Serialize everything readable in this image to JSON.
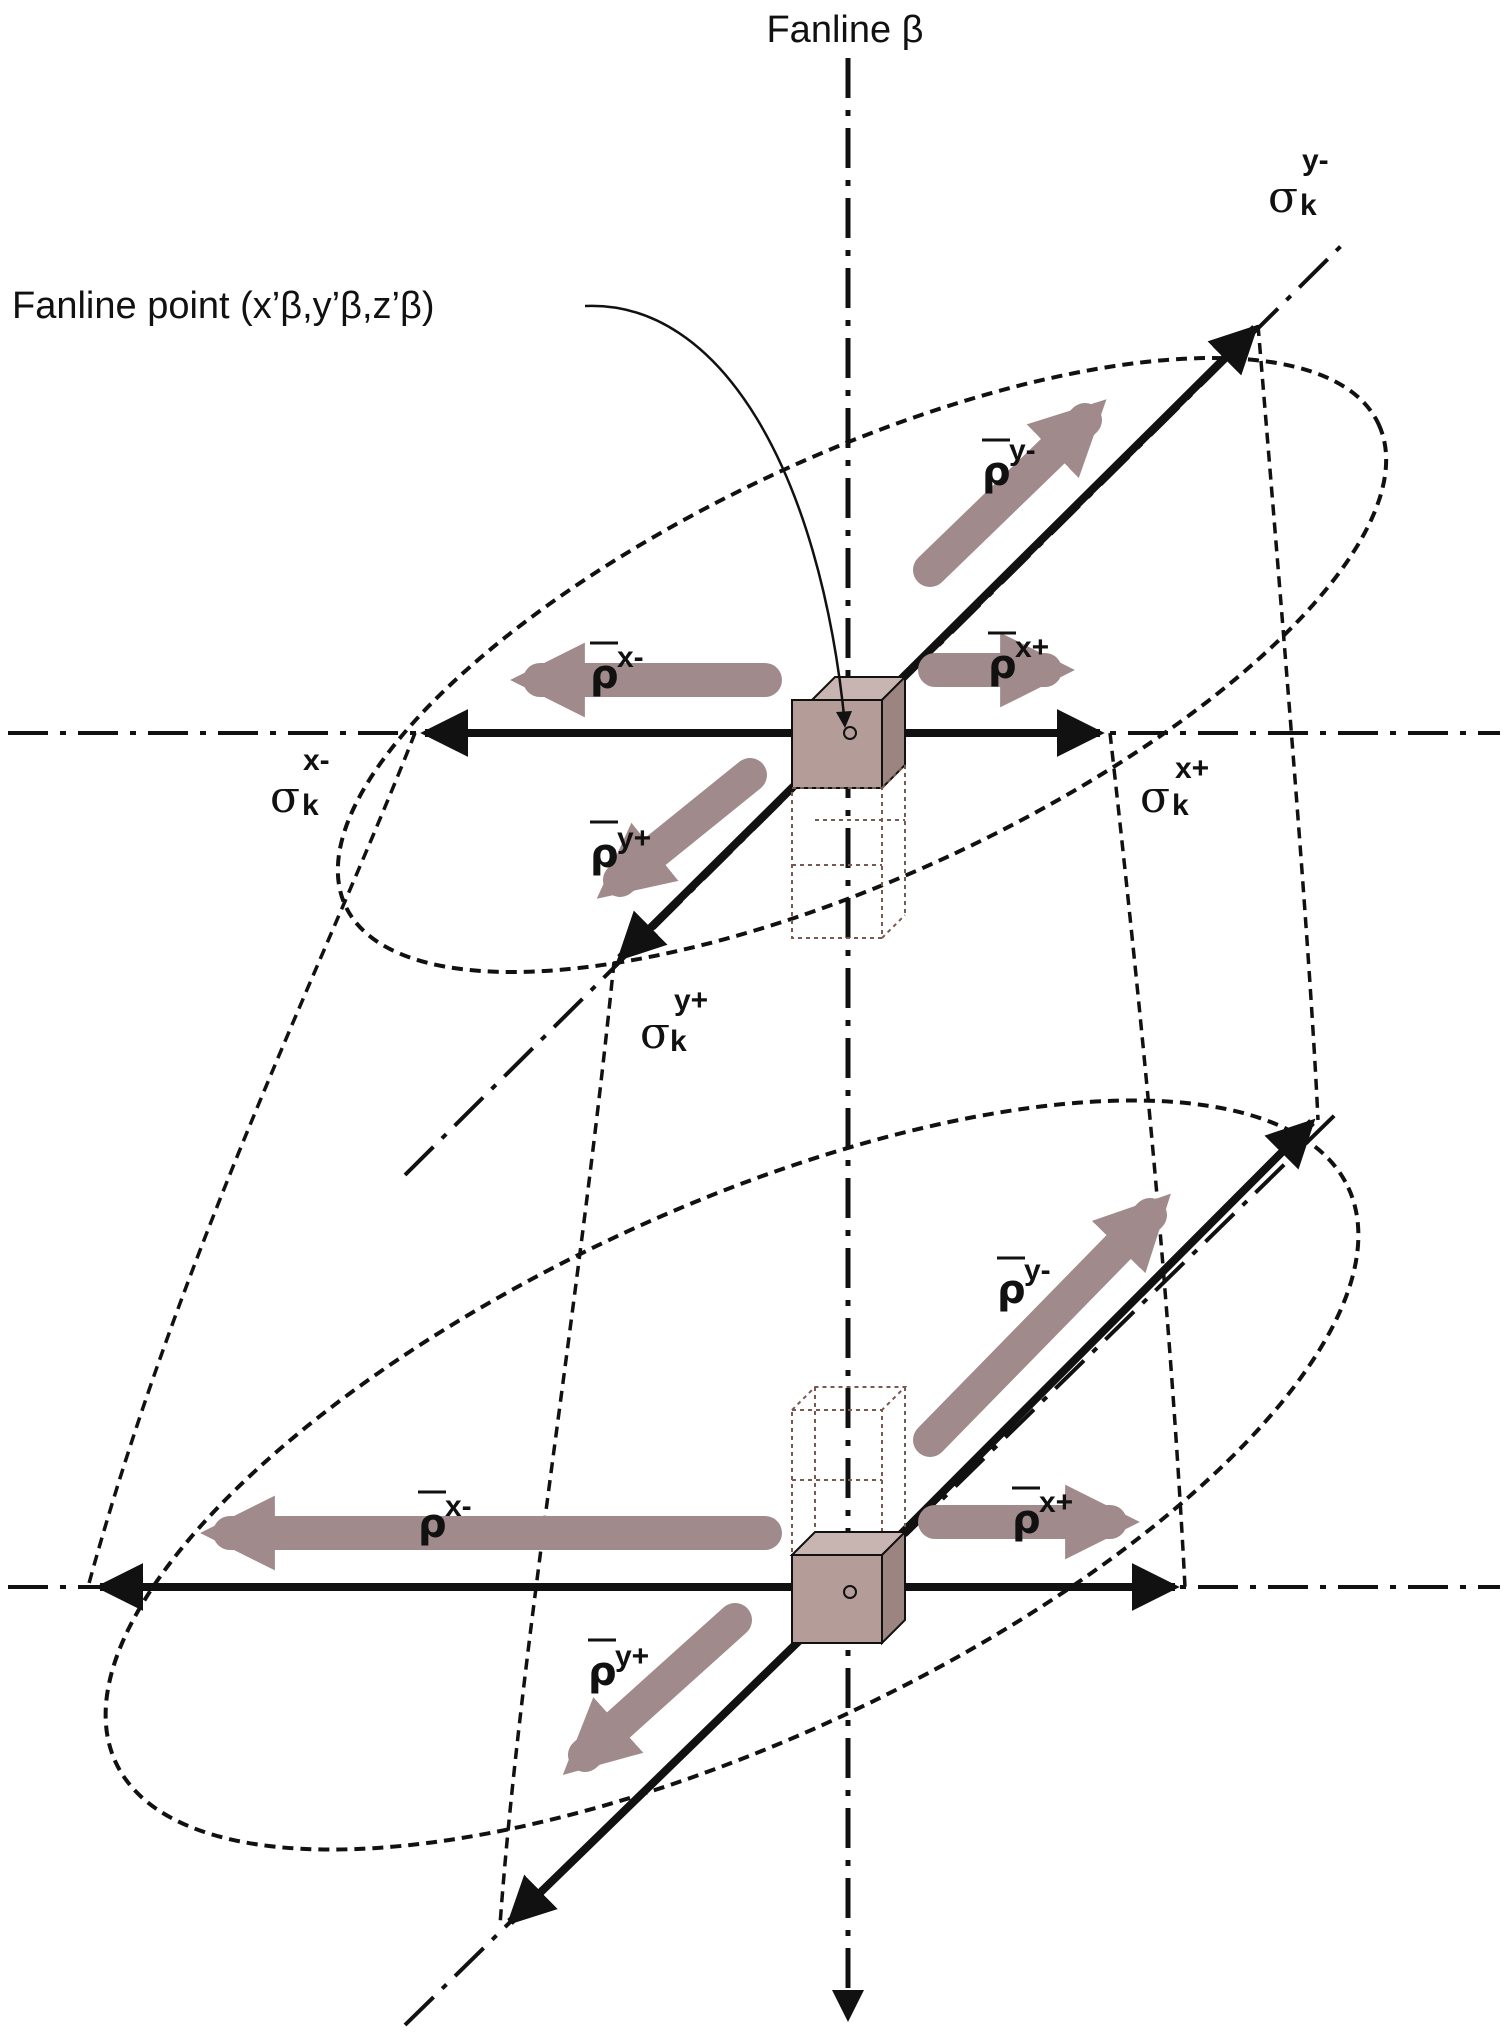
{
  "title": "Fanline β",
  "point_label": "Fanline point (x’β,y’β,z’β)",
  "labels": {
    "sigma_x_minus": {
      "sym": "σ",
      "sup": "x-",
      "sub": "k"
    },
    "sigma_x_plus": {
      "sym": "σ",
      "sup": "x+",
      "sub": "k"
    },
    "sigma_y_minus": {
      "sym": "σ",
      "sup": "y-",
      "sub": "k"
    },
    "sigma_y_plus": {
      "sym": "σ",
      "sup": "y+",
      "sub": "k"
    },
    "rho_x_minus": {
      "sym": "ρ",
      "sup": "x-"
    },
    "rho_x_plus": {
      "sym": "ρ",
      "sup": "x+"
    },
    "rho_y_minus": {
      "sym": "ρ",
      "sup": "y-"
    },
    "rho_y_plus": {
      "sym": "ρ",
      "sup": "y+"
    }
  },
  "colors": {
    "line": "#111111",
    "gray_arrow": "#a08a8c",
    "cube_fill": "#b49c98"
  }
}
